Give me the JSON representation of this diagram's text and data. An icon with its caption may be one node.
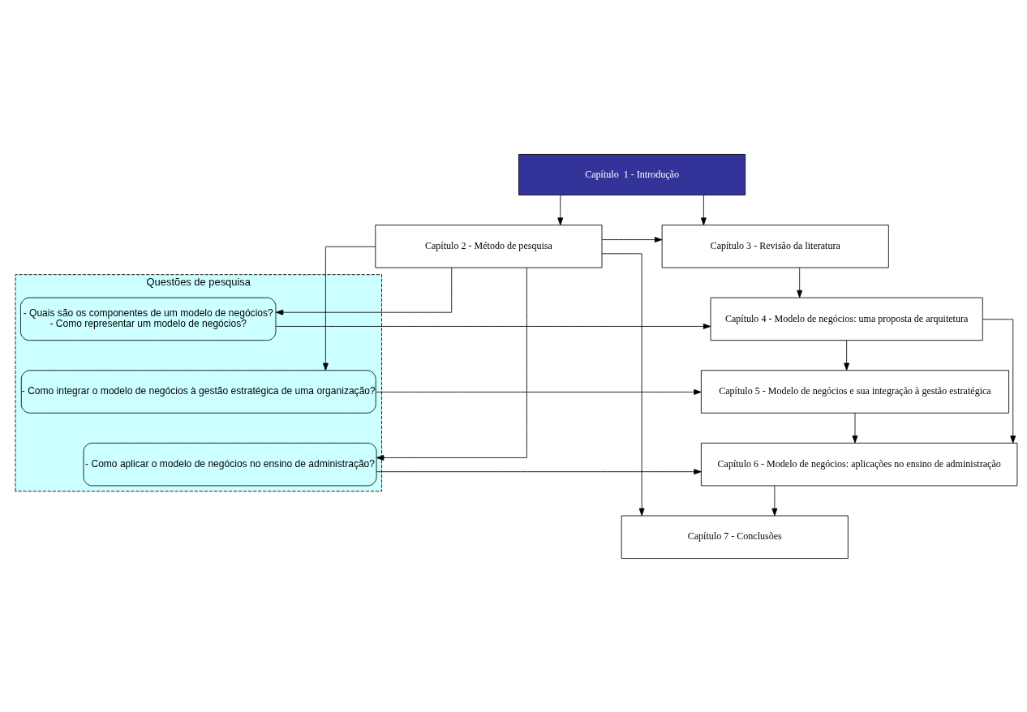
{
  "diagram": {
    "nodes": [
      {
        "text": [
          "Capítulo  1 - Introdução"
        ]
      },
      {
        "text": [
          "Capítulo 2 - Método de pesquisa"
        ]
      },
      {
        "text": [
          "Capítulo 3 - Revisão da literatura"
        ]
      },
      {
        "text": [
          "Questões de pesquisa"
        ]
      },
      {
        "text": [
          "- Quais são os componentes de um modelo de negócios?",
          "- Como representar um modelo de negócios?"
        ],
        "in": 3
      },
      {
        "text": [
          "- Como integrar o modelo de negócios à gestão estratégica de uma organização?"
        ],
        "in": 3
      },
      {
        "text": [
          "- Como aplicar o modelo de negócios no ensino de administração?"
        ],
        "in": 3
      },
      {
        "text": [
          "Capítulo 4 - Modelo de negócios: uma proposta de arquitetura"
        ]
      },
      {
        "text": [
          "Capítulo 5 - Modelo de negócios e sua integração à gestão estratégica"
        ]
      },
      {
        "text": [
          "Capítulo 6 - Modelo de negócios: aplicações no ensino de administração"
        ]
      },
      {
        "text": [
          "Capítulo 7 - Conclusões"
        ]
      }
    ],
    "edges": [
      {
        "from": 0,
        "to": 1,
        "arrow": "to"
      },
      {
        "from": 0,
        "to": 2,
        "arrow": "to"
      },
      {
        "from": 1,
        "to": 2,
        "arrow": "to"
      },
      {
        "from": 2,
        "to": 7,
        "arrow": "to"
      },
      {
        "from": 1,
        "to": 4,
        "arrow": "to"
      },
      {
        "from": 1,
        "to": 5,
        "arrow": "to"
      },
      {
        "from": 1,
        "to": 6,
        "arrow": "to"
      },
      {
        "from": 1,
        "to": 10,
        "arrow": "to"
      },
      {
        "from": 4,
        "to": 7,
        "arrow": "to"
      },
      {
        "from": 5,
        "to": 8,
        "arrow": "to"
      },
      {
        "from": 6,
        "to": 9,
        "arrow": "to"
      },
      {
        "from": 7,
        "to": 8,
        "arrow": "to"
      },
      {
        "from": 8,
        "to": 9,
        "arrow": "to"
      },
      {
        "from": 7,
        "to": 9,
        "arrow": "to"
      },
      {
        "from": 9,
        "to": 10,
        "arrow": "to"
      }
    ]
  }
}
